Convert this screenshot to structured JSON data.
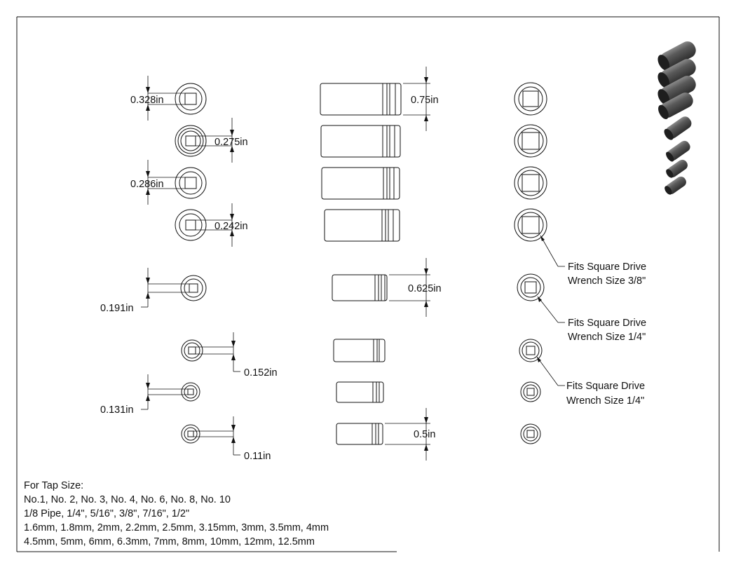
{
  "left_dimensions": [
    "0.328in",
    "0.275in",
    "0.286in",
    "0.242in",
    "0.191in",
    "0.152in",
    "0.131in",
    "0.11in"
  ],
  "side_dimensions": [
    "0.75in",
    "0.625in",
    "0.5in"
  ],
  "drive_callouts": [
    {
      "line1": "Fits Square Drive",
      "line2": "Wrench Size 3/8\""
    },
    {
      "line1": "Fits Square Drive",
      "line2": "Wrench Size 1/4\""
    },
    {
      "line1": "Fits Square Drive",
      "line2": "Wrench Size 1/4\""
    }
  ],
  "tap_notes": {
    "heading": "For Tap Size:",
    "lines": [
      "No.1, No. 2, No. 3, No. 4, No. 6, No. 8, No. 10",
      "1/8 Pipe, 1/4\", 5/16\", 3/8\", 7/16\", 1/2\"",
      "1.6mm, 1.8mm, 2mm, 2.2mm, 2.5mm, 3.15mm, 3mm, 3.5mm, 4mm",
      "4.5mm, 5mm, 6mm, 6.3mm, 7mm, 8mm, 10mm, 12mm, 12.5mm"
    ]
  },
  "colors": {
    "line": "#111111",
    "render_dark": "#3a3a3a",
    "render_light": "#8a8a8a"
  }
}
